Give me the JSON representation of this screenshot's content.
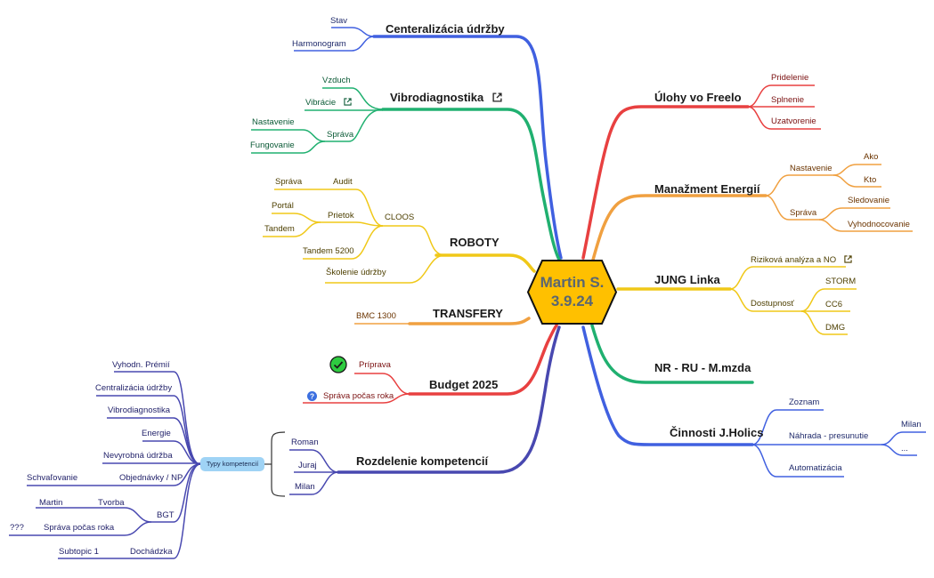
{
  "center": {
    "line1": "Martin S.",
    "line2": "3.9.24"
  },
  "colors": {
    "blue": "#4060e0",
    "green": "#20b070",
    "yellow": "#f0c818",
    "orange": "#f0a040",
    "red": "#e84040",
    "indigo": "#4848b0",
    "hexagon_fill": "#ffc000"
  },
  "branches": {
    "centralizacia": {
      "label": "Centeralizácia údržby",
      "children": [
        "Stav",
        "Harmonogram"
      ]
    },
    "vibro": {
      "label": "Vibrodiagnostika",
      "vzduch": "Vzduch",
      "vibracie": "Vibrácie",
      "sprava": "Správa",
      "sprava_children": [
        "Nastavenie",
        "Fungovanie"
      ]
    },
    "roboty": {
      "label": "ROBOTY",
      "cloos": "CLOOS",
      "audit": "Audit",
      "audit_child": "Správa",
      "prietok": "Prietok",
      "prietok_children": [
        "Portál",
        "Tandem"
      ],
      "tandem5200": "Tandem 5200",
      "skolenie": "Školenie údržby"
    },
    "transfery": {
      "label": "TRANSFERY",
      "child": "BMC 1300"
    },
    "budget": {
      "label": "Budget 2025",
      "priprava": "Príprava",
      "sprava": "Správa počas roka"
    },
    "rozdelenie": {
      "label": "Rozdelenie kompetencií",
      "people": [
        "Roman",
        "Juraj",
        "Milan"
      ],
      "typy": "Typy kompetencií",
      "items": [
        "Vyhodn. Prémií",
        "Centralizácia údržby",
        "Vibrodiagnostika",
        "Energie",
        "Nevyrobná údržba"
      ],
      "objednavky": "Objednávky / NP",
      "schvalovanie": "Schvaľovanie",
      "bgt": "BGT",
      "tvorba": "Tvorba",
      "martin": "Martin",
      "sprava_roka": "Správa počas roka",
      "qqq": "???",
      "dochadzka": "Dochádzka",
      "subtopic": "Subtopic 1"
    },
    "ulohy": {
      "label": "Úlohy vo Freelo",
      "children": [
        "Pridelenie",
        "Splnenie",
        "Uzatvorenie"
      ]
    },
    "energie": {
      "label": "Manažment Energií",
      "nastavenie": "Nastavenie",
      "nastavenie_children": [
        "Ako",
        "Kto"
      ],
      "sprava": "Správa",
      "sprava_children": [
        "Sledovanie",
        "Vyhodnocovanie"
      ]
    },
    "jung": {
      "label": "JUNG Linka",
      "rizikova": "Riziková analýza a NO",
      "dostupnost": "Dostupnosť",
      "dostupnost_children": [
        "STORM",
        "CC6",
        "DMG"
      ]
    },
    "nr": {
      "label": "NR - RU - M.mzda"
    },
    "cinnosti": {
      "label": "Činnosti J.Holics",
      "zoznam": "Zoznam",
      "nahrada": "Náhrada - presunutie",
      "nahrada_children": [
        "Milan",
        "..."
      ],
      "automatizacia": "Automatizácia"
    }
  }
}
